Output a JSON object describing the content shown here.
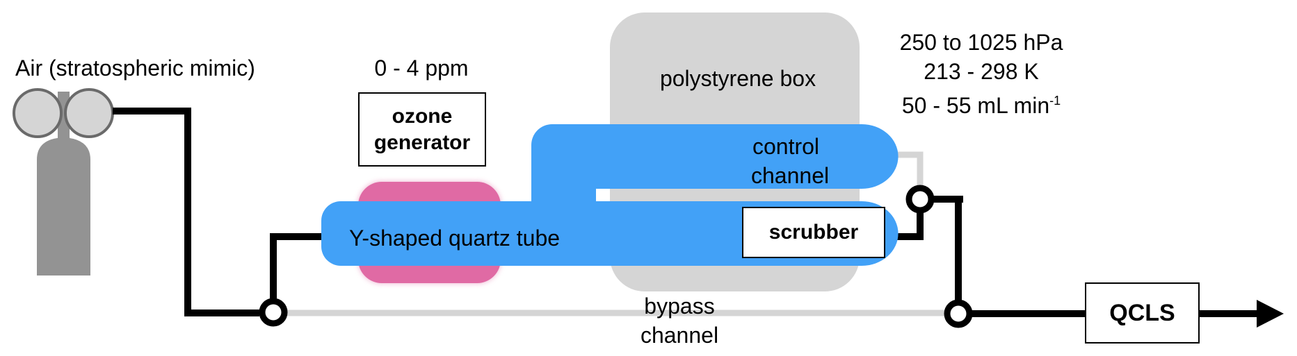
{
  "diagram": {
    "air_source_label": "Air (stratospheric mimic)",
    "ozone_range_label": "0 - 4 ppm",
    "ozone_generator_label": [
      "ozone",
      "generator"
    ],
    "quartz_tube_label": "Y-shaped quartz tube",
    "polystyrene_box_label": "polystyrene box",
    "control_channel_label": [
      "control",
      "channel"
    ],
    "scrubber_label": "scrubber",
    "bypass_channel_label": [
      "bypass",
      "channel"
    ],
    "conditions": {
      "pressure": "250 to 1025 hPa",
      "temperature": "213 - 298 K",
      "flow_main": "50 - 55 mL min",
      "flow_exponent": "-1"
    },
    "analyzer_label": "QCLS"
  },
  "colors": {
    "tube_blue": "#42a1f7",
    "ozone_pink": "#e06aa4",
    "box_gray": "#d5d5d5",
    "cylinder_gray": "#939393",
    "gauge_fill": "#d5d5d5",
    "gauge_stroke": "#6a6a6a",
    "line_black": "#000000",
    "bypass_gray": "#d5d5d5"
  }
}
